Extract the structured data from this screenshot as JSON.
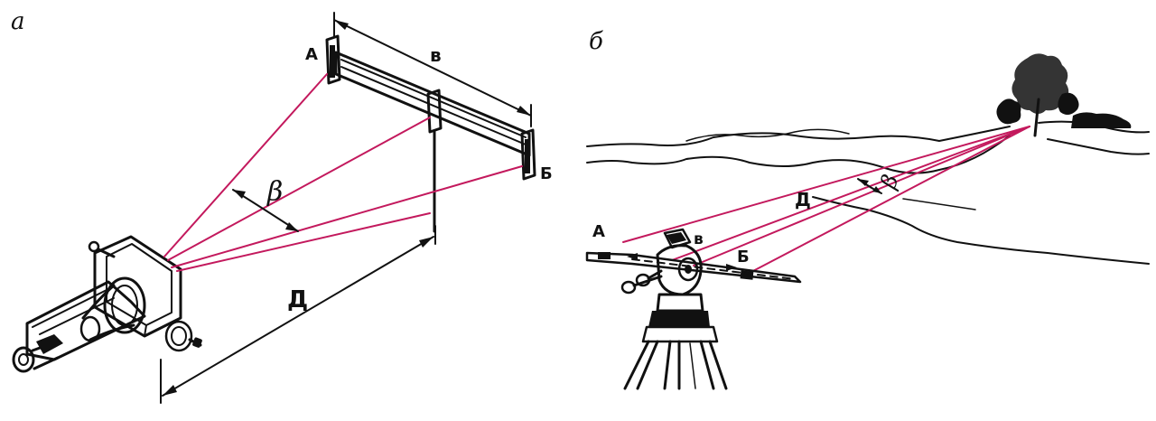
{
  "panel_a": {
    "letter": "а",
    "point_a": "А",
    "point_b": "Б",
    "base": "в",
    "angle": "β",
    "distance": "Д"
  },
  "panel_b": {
    "letter": "б",
    "point_a": "А",
    "point_b": "Б",
    "base": "в",
    "angle": "β",
    "distance": "Д"
  },
  "colors": {
    "ray": "#c3195d",
    "ink": "#111111"
  }
}
